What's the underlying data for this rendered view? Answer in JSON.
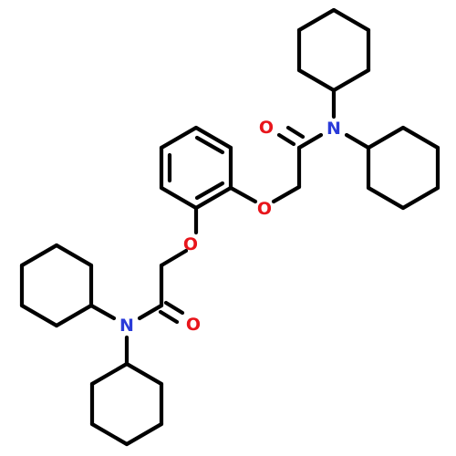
{
  "figure": {
    "kind": "chemical-structure",
    "colors": {
      "bond": "#000000",
      "oxygen": "#e8151b",
      "nitrogen": "#2a3bd9",
      "background": "#ffffff"
    }
  },
  "atoms": {
    "o_ether_top": "O",
    "o_carbonyl_top": "O",
    "n_top": "N",
    "o_ether_bottom": "O",
    "o_carbonyl_bottom": "O",
    "n_bottom": "N"
  }
}
